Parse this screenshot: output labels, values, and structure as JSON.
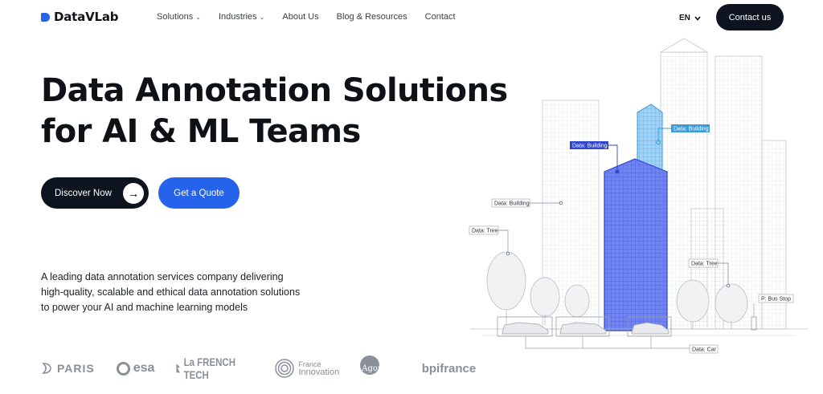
{
  "brand": {
    "name": "DataVLab",
    "accent": "#2563eb",
    "dark": "#0e1320"
  },
  "nav": {
    "items": [
      {
        "label": "Solutions",
        "dropdown": true
      },
      {
        "label": "Industries",
        "dropdown": true
      },
      {
        "label": "About Us",
        "dropdown": false
      },
      {
        "label": "Blog & Resources",
        "dropdown": false
      },
      {
        "label": "Contact",
        "dropdown": false
      }
    ],
    "language": "EN",
    "contact_label": "Contact us"
  },
  "hero": {
    "title_line1": "Data Annotation Solutions",
    "title_line2": "for AI & ML Teams",
    "primary_button": "Discover Now",
    "secondary_button": "Get a Quote",
    "description": "A leading data annotation services company delivering high-quality, scalable and ethical data annotation solutions to power your AI and machine learning models"
  },
  "partners": {
    "paris": "PARIS",
    "esa": "esa",
    "frenchtech": "La FRENCH TECH",
    "fi_line1": "France",
    "fi_line2": "Innovation",
    "agoranov": "Agoranov",
    "bpi": "bpifrance"
  },
  "illustration": {
    "tag_building_1": "Data: Building",
    "tag_building_2": "Data: Building",
    "tag_building_3": "Data: Building",
    "tag_tree_1": "Data: Tree",
    "tag_tree_2": "Data: Tree",
    "tag_bus_stop": "P: Bus Stop",
    "tag_car": "Data: Car"
  }
}
